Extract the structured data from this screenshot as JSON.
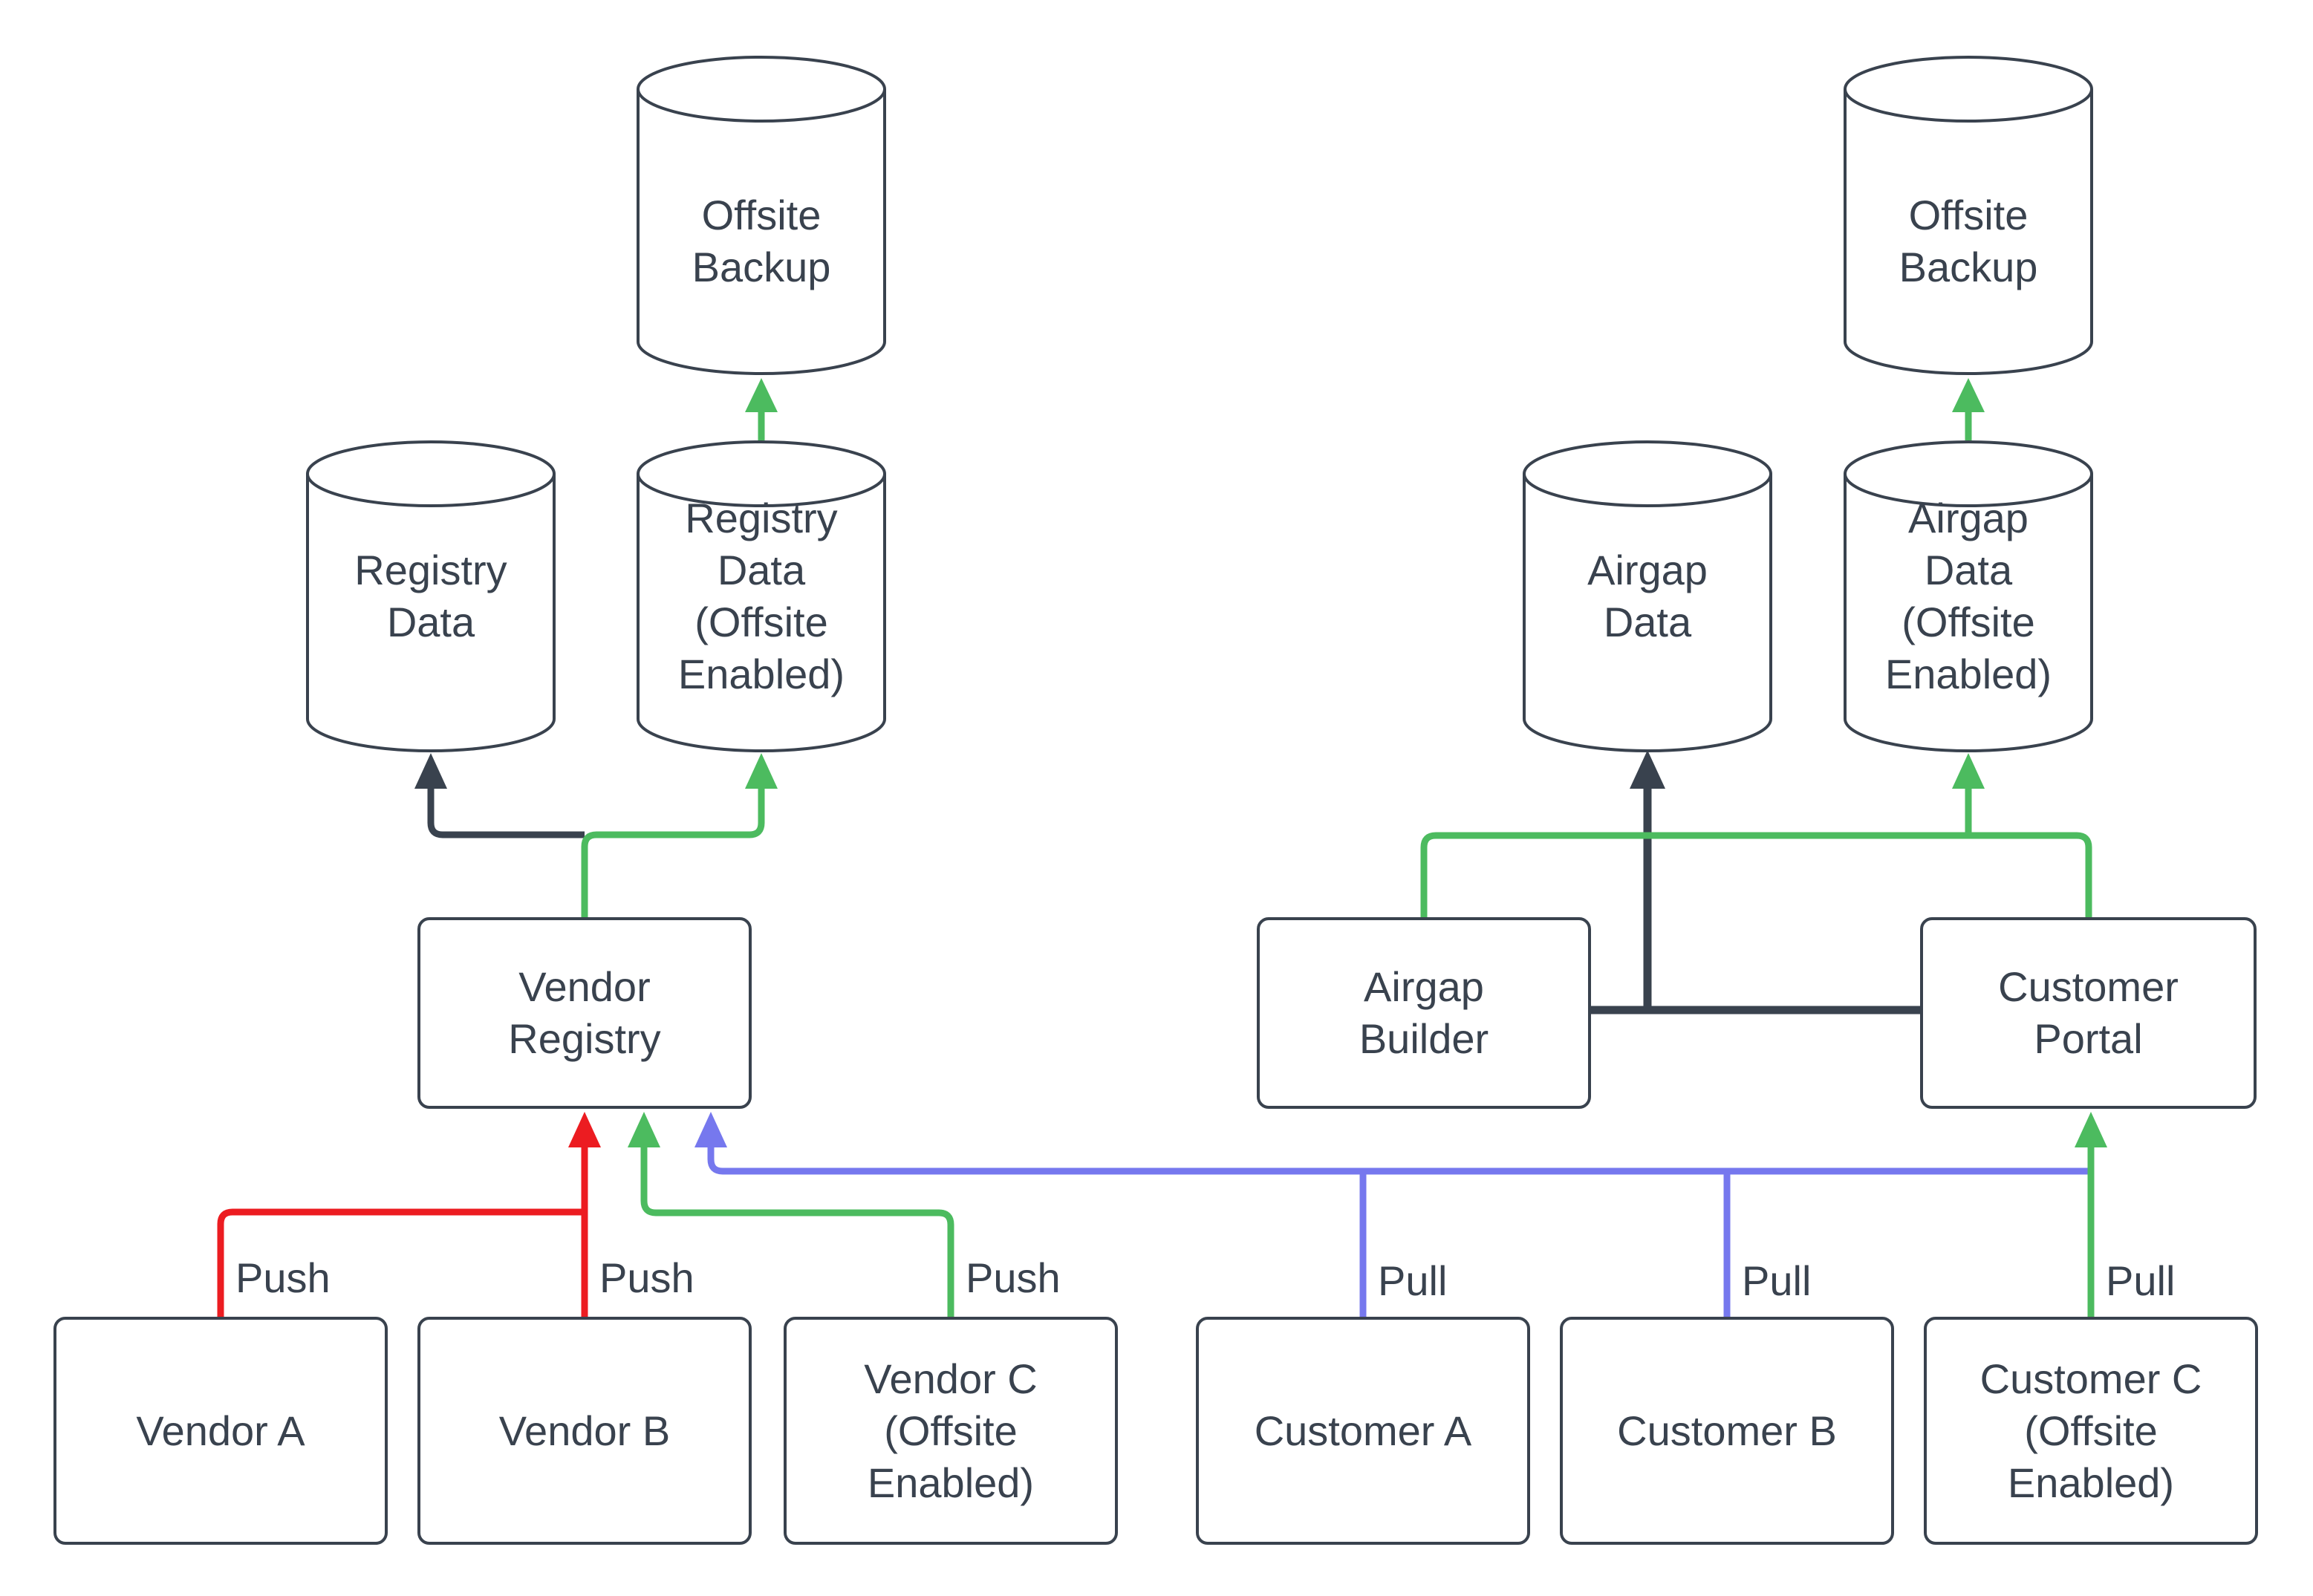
{
  "diagram": {
    "colors": {
      "ink": "#39424E",
      "red": "#EC1C21",
      "green": "#4CBB5F",
      "blue": "#7678EE",
      "background": "#FFFFFF"
    },
    "nodes": {
      "offsite_backup_left": {
        "label": "Offsite\nBackup",
        "shape": "cylinder"
      },
      "registry_data": {
        "label": "Registry\nData",
        "shape": "cylinder"
      },
      "registry_data_offsite": {
        "label": "Registry\nData\n(Offsite\nEnabled)",
        "shape": "cylinder"
      },
      "vendor_registry": {
        "label": "Vendor\nRegistry",
        "shape": "box"
      },
      "vendor_a": {
        "label": "Vendor A",
        "shape": "box"
      },
      "vendor_b": {
        "label": "Vendor B",
        "shape": "box"
      },
      "vendor_c": {
        "label": "Vendor C\n(Offsite\nEnabled)",
        "shape": "box"
      },
      "offsite_backup_right": {
        "label": "Offsite\nBackup",
        "shape": "cylinder"
      },
      "airgap_data": {
        "label": "Airgap\nData",
        "shape": "cylinder"
      },
      "airgap_data_offsite": {
        "label": "Airgap\nData\n(Offsite\nEnabled)",
        "shape": "cylinder"
      },
      "airgap_builder": {
        "label": "Airgap\nBuilder",
        "shape": "box"
      },
      "customer_portal": {
        "label": "Customer\nPortal",
        "shape": "box"
      },
      "customer_a": {
        "label": "Customer A",
        "shape": "box"
      },
      "customer_b": {
        "label": "Customer B",
        "shape": "box"
      },
      "customer_c": {
        "label": "Customer C\n(Offsite\nEnabled)",
        "shape": "box"
      }
    },
    "edges": [
      {
        "from": "Vendor A",
        "to": "Vendor Registry",
        "label": "Push",
        "color": "red"
      },
      {
        "from": "Vendor B",
        "to": "Vendor Registry",
        "label": "Push",
        "color": "red"
      },
      {
        "from": "Vendor C (Offsite Enabled)",
        "to": "Vendor Registry",
        "label": "Push",
        "color": "green"
      },
      {
        "from": "Customer A",
        "to": "Vendor Registry",
        "label": "Pull",
        "color": "blue"
      },
      {
        "from": "Customer B",
        "to": "Vendor Registry",
        "label": "Pull",
        "color": "blue"
      },
      {
        "from": "Customer C (Offsite Enabled)",
        "to": "Customer Portal",
        "label": "Pull",
        "color": "green"
      },
      {
        "from": "Vendor Registry",
        "to": "Registry Data",
        "label": "",
        "color": "dark"
      },
      {
        "from": "Vendor Registry",
        "to": "Registry Data (Offsite Enabled)",
        "label": "",
        "color": "green"
      },
      {
        "from": "Registry Data (Offsite Enabled)",
        "to": "Offsite Backup (left)",
        "label": "",
        "color": "green"
      },
      {
        "from": "Airgap Builder",
        "to": "Customer Portal",
        "label": "",
        "color": "dark"
      },
      {
        "from": "Airgap Builder / Customer Portal",
        "to": "Airgap Data",
        "label": "",
        "color": "dark"
      },
      {
        "from": "Customer Portal",
        "to": "Airgap Builder",
        "label": "",
        "color": "green"
      },
      {
        "from": "Customer Portal",
        "to": "Airgap Data (Offsite Enabled)",
        "label": "",
        "color": "green"
      },
      {
        "from": "Airgap Data (Offsite Enabled)",
        "to": "Offsite Backup (right)",
        "label": "",
        "color": "green"
      }
    ]
  }
}
